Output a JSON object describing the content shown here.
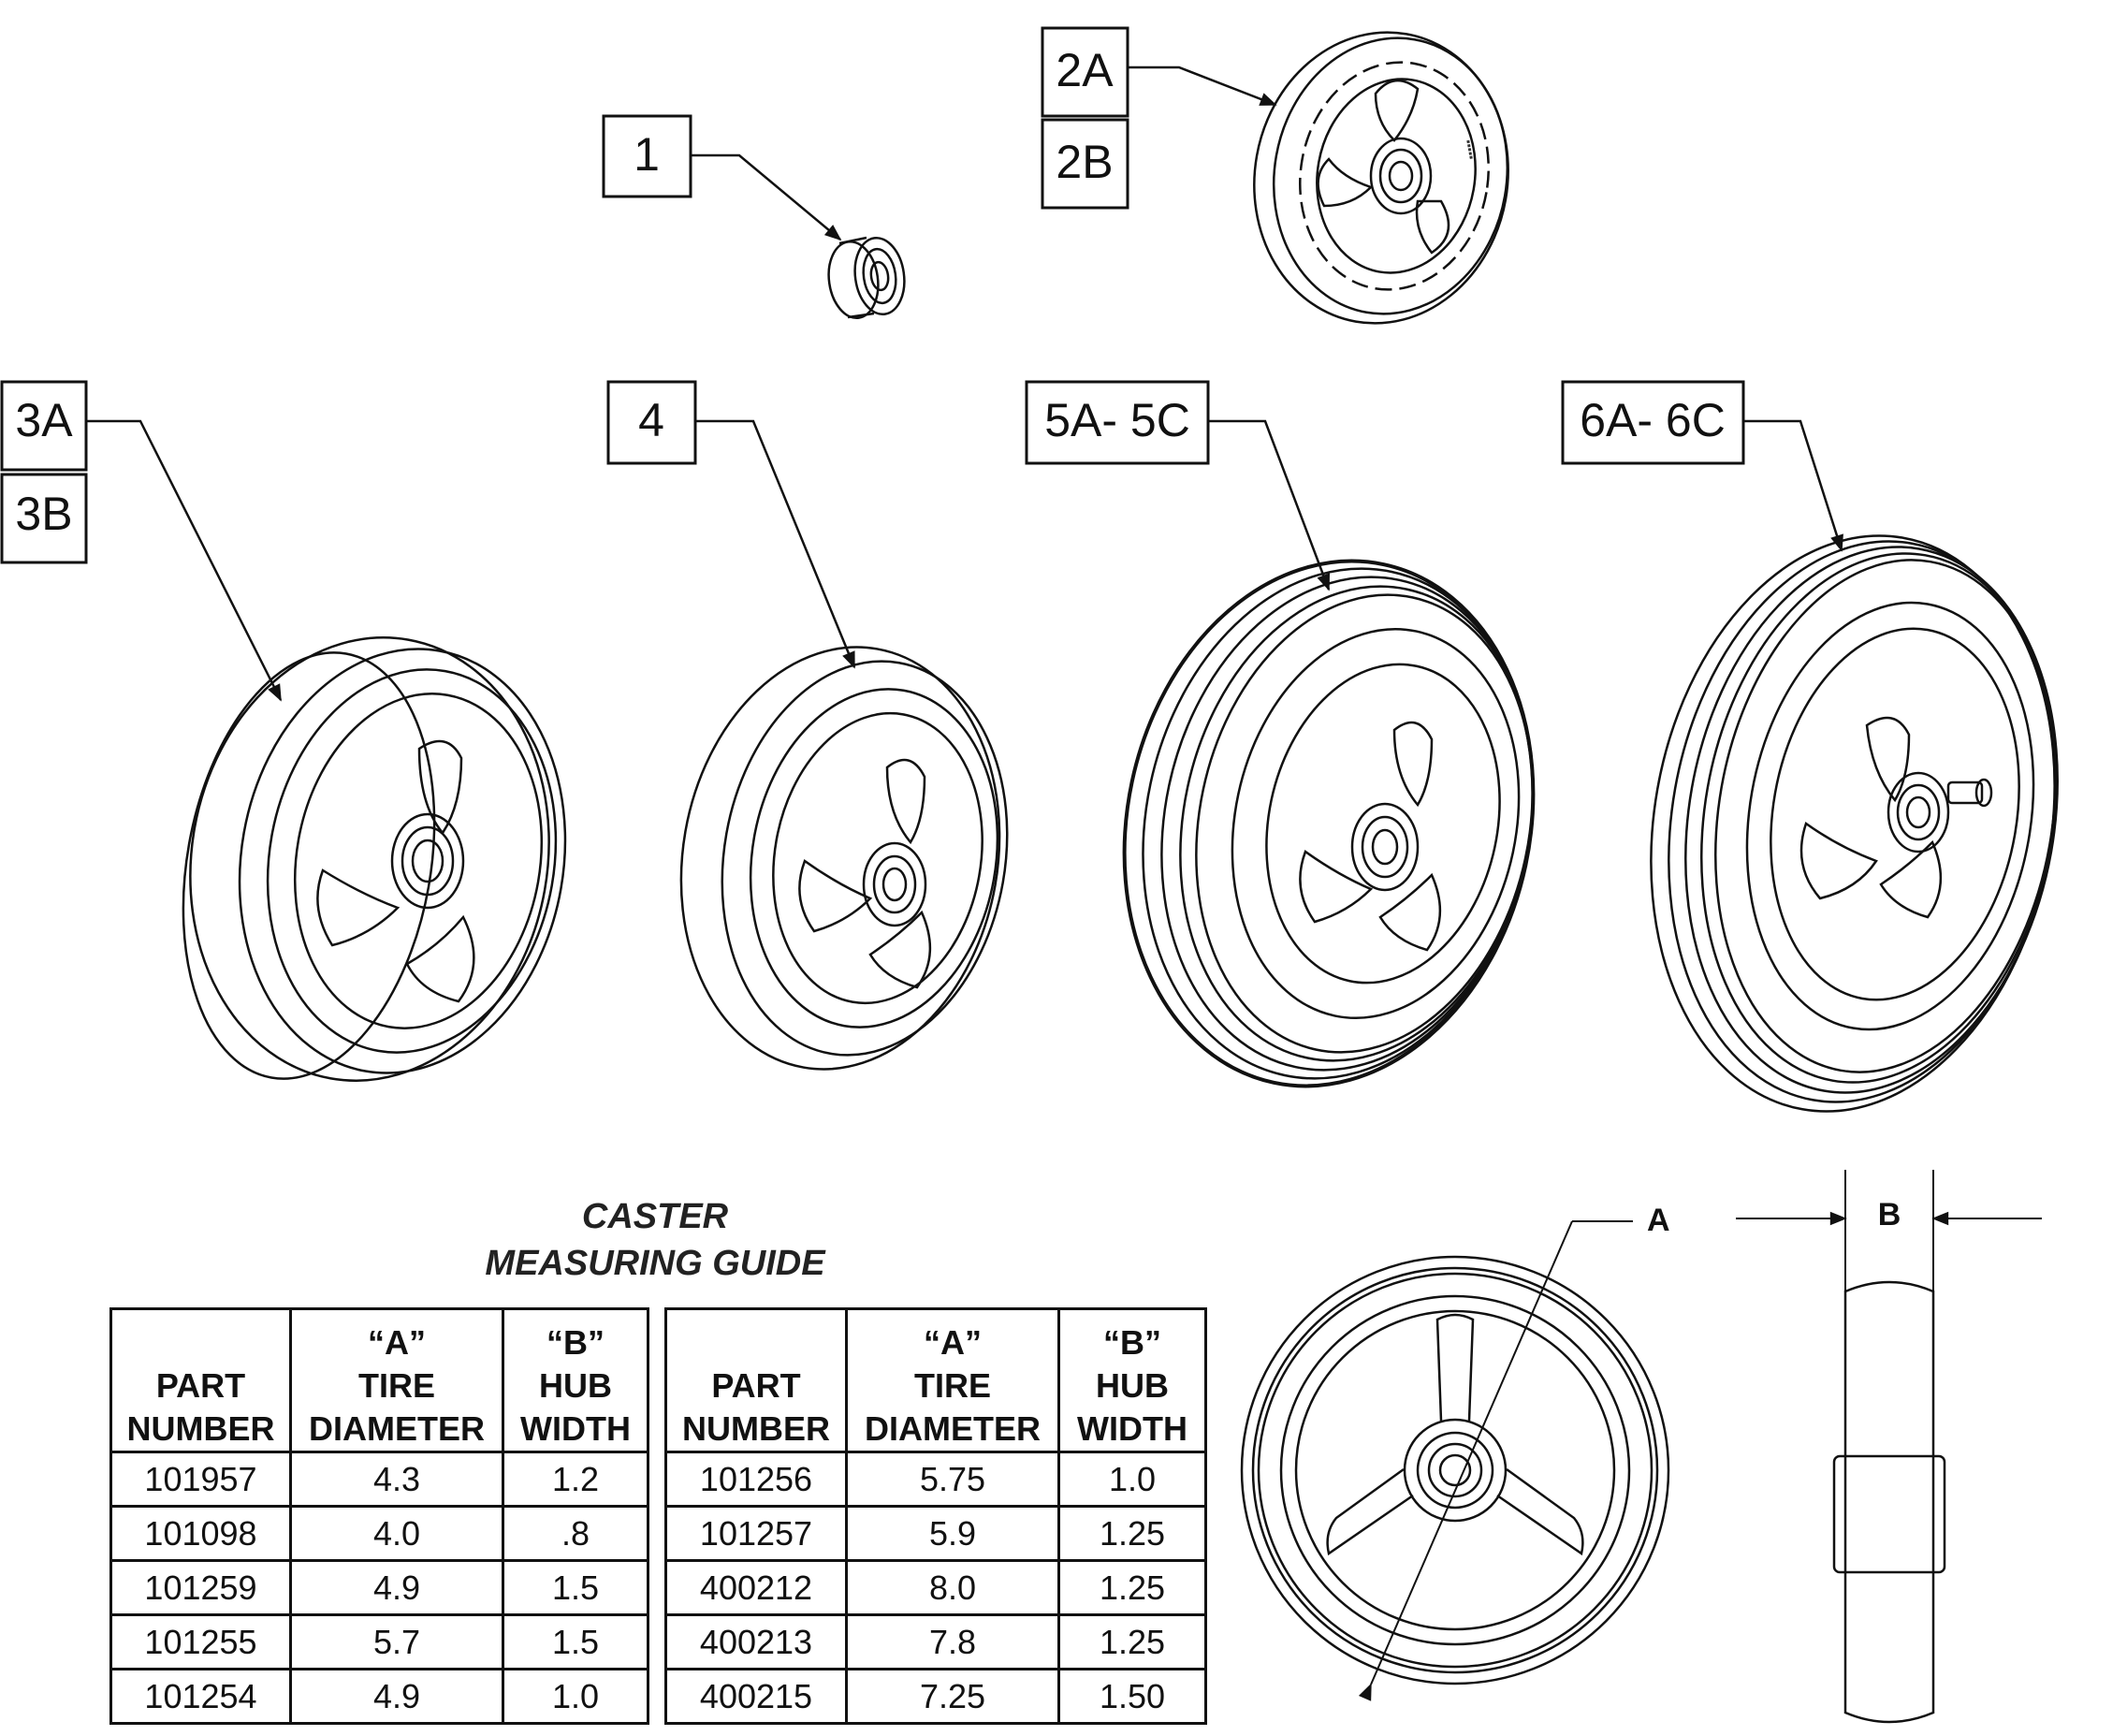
{
  "callouts": {
    "c1": "1",
    "c2a": "2A",
    "c2b": "2B",
    "c3a": "3A",
    "c3b": "3B",
    "c4": "4",
    "c5": "5A- 5C",
    "c6": "6A- 6C"
  },
  "guide": {
    "title_line1": "CASTER",
    "title_line2": "MEASURING GUIDE",
    "dim_a": "A",
    "dim_b": "B"
  },
  "headers": {
    "part_line1": "PART",
    "part_line2": "NUMBER",
    "a_line1": "“A”",
    "a_line2": "TIRE",
    "a_line3": "DIAMETER",
    "b_line1": "“B”",
    "b_line2": "HUB",
    "b_line3": "WIDTH"
  },
  "table_left": [
    {
      "part": "101957",
      "tire": "4.3",
      "hub": "1.2"
    },
    {
      "part": "101098",
      "tire": "4.0",
      "hub": ".8"
    },
    {
      "part": "101259",
      "tire": "4.9",
      "hub": "1.5"
    },
    {
      "part": "101255",
      "tire": "5.7",
      "hub": "1.5"
    },
    {
      "part": "101254",
      "tire": "4.9",
      "hub": "1.0"
    }
  ],
  "table_right": [
    {
      "part": "101256",
      "tire": "5.75",
      "hub": "1.0"
    },
    {
      "part": "101257",
      "tire": "5.9",
      "hub": "1.25"
    },
    {
      "part": "400212",
      "tire": "8.0",
      "hub": "1.25"
    },
    {
      "part": "400213",
      "tire": "7.8",
      "hub": "1.25"
    },
    {
      "part": "400215",
      "tire": "7.25",
      "hub": "1.50"
    }
  ]
}
